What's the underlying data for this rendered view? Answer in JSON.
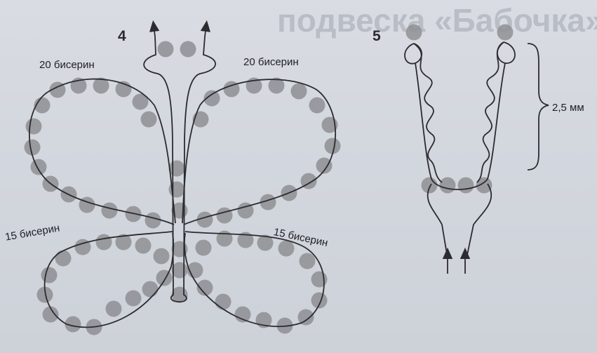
{
  "figures": {
    "butterfly": {
      "number": "4",
      "labels": {
        "upper_left": "20 бисерин",
        "upper_right": "20 бисерин",
        "lower_left": "15 бисерин",
        "lower_right": "15 бисерин"
      }
    },
    "antennae": {
      "number": "5",
      "measure": "2,5 мм"
    }
  },
  "background_text": {
    "heading": "подвеска «Бабочка»"
  },
  "colors": {
    "bead": "#8f9094",
    "wire": "#2b2b30",
    "paper": "#d5d8de"
  }
}
